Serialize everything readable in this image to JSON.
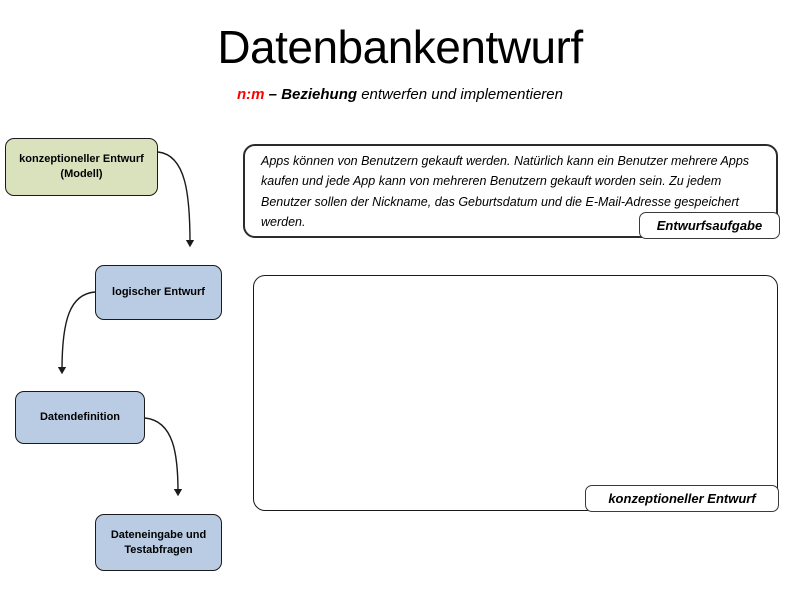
{
  "slide": {
    "title": "Datenbankentwurf",
    "subtitle": {
      "highlight": "n:m",
      "bold_part": " – Beziehung",
      "rest": " entwerfen und implementieren"
    }
  },
  "flow": {
    "boxes": [
      {
        "label": "konzeptioneller Entwurf (Modell)",
        "color": "#d9e2bd"
      },
      {
        "label": "logischer Entwurf",
        "color": "#b9cce4"
      },
      {
        "label": "Datendefinition",
        "color": "#b9cce4"
      },
      {
        "label": "Dateneingabe und Testabfragen",
        "color": "#b9cce4"
      }
    ]
  },
  "task_panel": {
    "text": "Apps können von Benutzern gekauft werden. Natürlich kann ein Benutzer mehrere Apps kaufen und jede App kann von mehreren Benutzern gekauft worden sein. Zu jedem Benutzer sollen der Nickname, das Geburtsdatum und die E-Mail-Adresse gespeichert werden.",
    "tab_label": "Entwurfsaufgabe"
  },
  "design_panel": {
    "tab_label": "konzeptioneller Entwurf",
    "content": ""
  },
  "colors": {
    "accent_red": "#ff0000",
    "green_fill": "#d9e2bd",
    "blue_fill": "#b9cce4",
    "border": "#1a1a1a"
  }
}
